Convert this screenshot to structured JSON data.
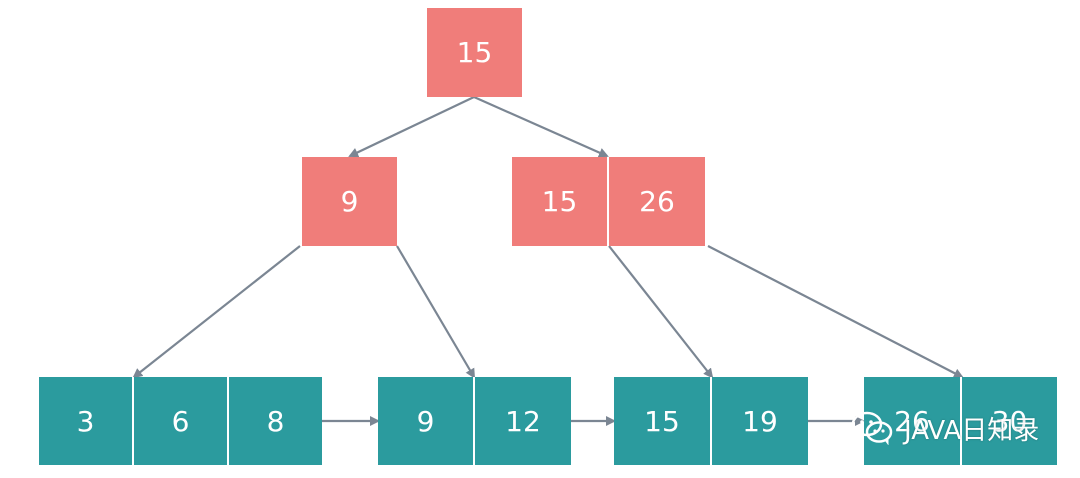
{
  "root": {
    "keys": [
      "15"
    ]
  },
  "internal": {
    "left": {
      "keys": [
        "9"
      ]
    },
    "right": {
      "keys": [
        "15",
        "26"
      ]
    }
  },
  "leaves": [
    {
      "keys": [
        "3",
        "6",
        "8"
      ]
    },
    {
      "keys": [
        "9",
        "12"
      ]
    },
    {
      "keys": [
        "15",
        "19"
      ]
    },
    {
      "keys": [
        "26",
        "30"
      ]
    }
  ],
  "watermark": {
    "text": "JAVA日知录",
    "icon": "wechat-icon"
  },
  "colors": {
    "internal_node": "#f07d7a",
    "leaf_node": "#2b9b9e",
    "edge": "#7b8693",
    "text": "#ffffff"
  }
}
